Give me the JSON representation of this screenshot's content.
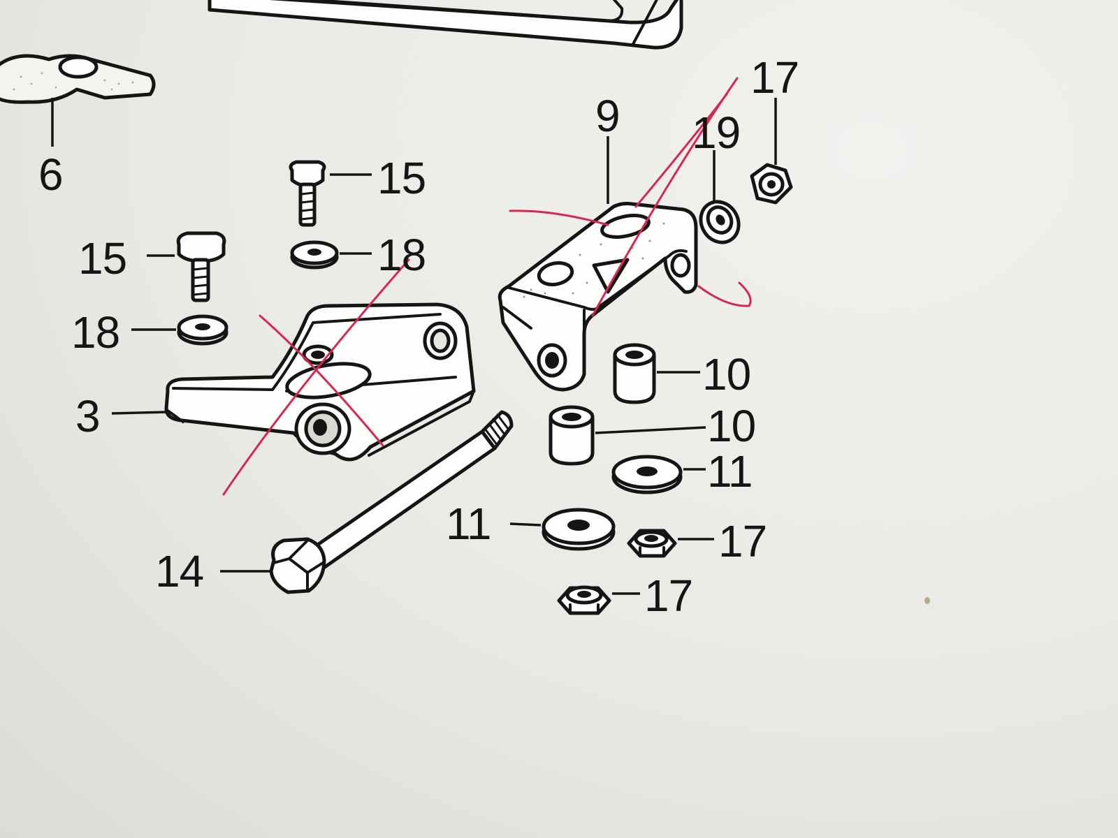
{
  "callouts": [
    {
      "id": "c6",
      "label": "6"
    },
    {
      "id": "c15a",
      "label": "15"
    },
    {
      "id": "c15b",
      "label": "15"
    },
    {
      "id": "c18a",
      "label": "18"
    },
    {
      "id": "c18b",
      "label": "18"
    },
    {
      "id": "c3",
      "label": "3"
    },
    {
      "id": "c14",
      "label": "14"
    },
    {
      "id": "c9",
      "label": "9"
    },
    {
      "id": "c19",
      "label": "19"
    },
    {
      "id": "c17a",
      "label": "17"
    },
    {
      "id": "c10a",
      "label": "10"
    },
    {
      "id": "c10b",
      "label": "10"
    },
    {
      "id": "c11a",
      "label": "11"
    },
    {
      "id": "c11b",
      "label": "11"
    },
    {
      "id": "c17b",
      "label": "17"
    },
    {
      "id": "c17c",
      "label": "17"
    }
  ],
  "colors": {
    "paper": "#ebebe8",
    "line_art": "#151515",
    "pen_markup": "#d8264f"
  }
}
